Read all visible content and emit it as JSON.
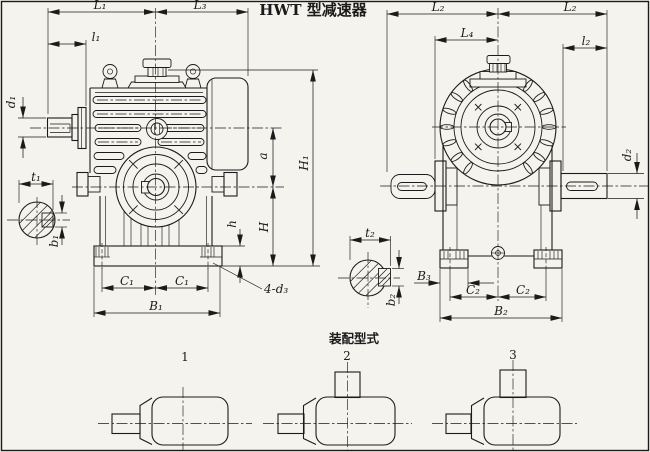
{
  "title": "HWT 型减速器",
  "front_view": {
    "dims": {
      "L1": "L₁",
      "L3": "L₃",
      "l1": "l₁",
      "d1": "d₁",
      "t1": "t₁",
      "b1": "b₁",
      "C1": "C₁",
      "B1": "B₁",
      "bolt_holes": "4-d₃",
      "H1": "H₁",
      "H": "H",
      "a": "a",
      "h": "h"
    }
  },
  "side_view": {
    "dims": {
      "L2": "L₂",
      "L4": "L₄",
      "l2": "l₂",
      "d2": "d₂",
      "t2": "t₂",
      "b2": "b₂",
      "B3": "B₃",
      "C2": "C₂",
      "B2": "B₂"
    }
  },
  "assembly": {
    "heading": "装配型式",
    "variants": [
      {
        "label": "1"
      },
      {
        "label": "2"
      },
      {
        "label": "3"
      }
    ]
  },
  "colors": {
    "paper": "#f5f3ee",
    "ink": "#1b1b1b"
  }
}
